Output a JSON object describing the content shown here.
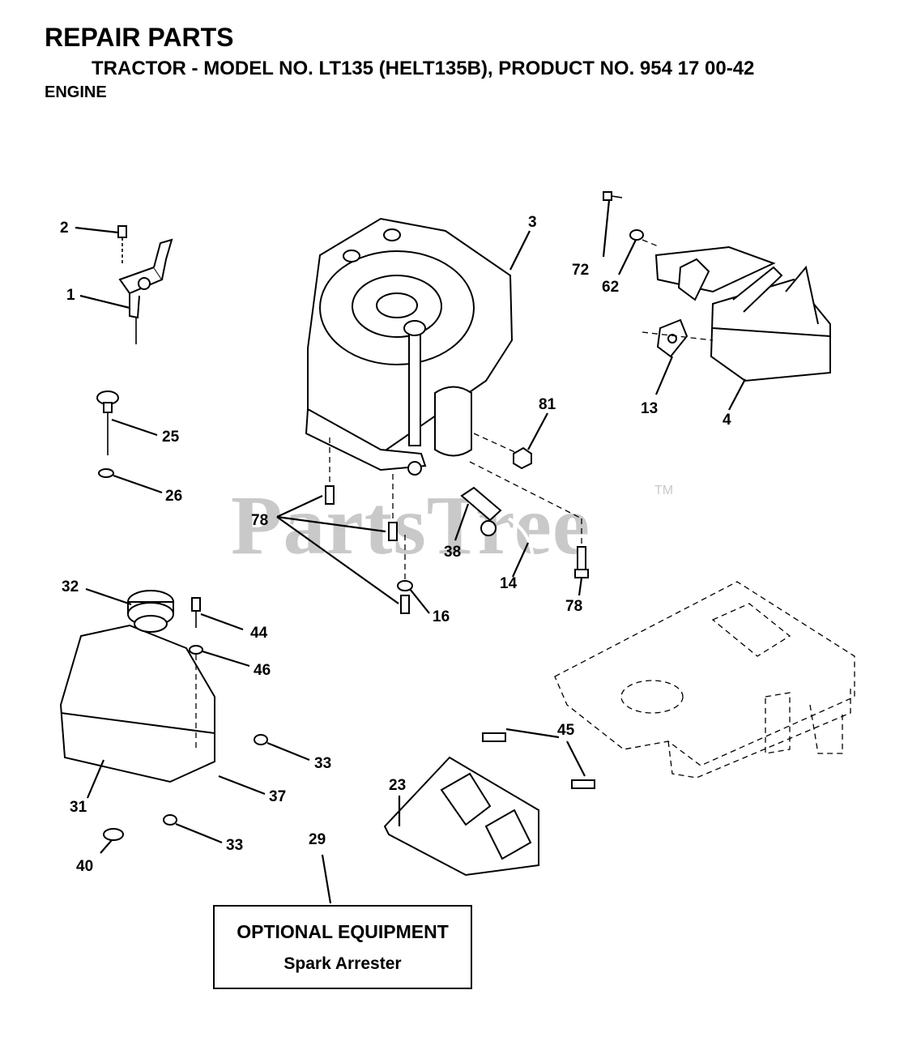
{
  "header": {
    "title": "REPAIR PARTS",
    "subtitle": "TRACTOR - MODEL NO. LT135 (HELT135B), PRODUCT NO. 954 17 00-42",
    "section": "ENGINE"
  },
  "watermark": {
    "text": "PartsTree",
    "tm": "TM"
  },
  "callouts": {
    "c1": "1",
    "c2": "2",
    "c3": "3",
    "c4": "4",
    "c13": "13",
    "c14": "14",
    "c16": "16",
    "c23": "23",
    "c25": "25",
    "c26": "26",
    "c29": "29",
    "c31": "31",
    "c32": "32",
    "c33a": "33",
    "c33b": "33",
    "c37": "37",
    "c38": "38",
    "c40": "40",
    "c44": "44",
    "c45": "45",
    "c46": "46",
    "c62": "62",
    "c72": "72",
    "c78a": "78",
    "c78b": "78",
    "c81": "81"
  },
  "optional_equipment": {
    "title": "OPTIONAL EQUIPMENT",
    "item": "Spark Arrester"
  }
}
